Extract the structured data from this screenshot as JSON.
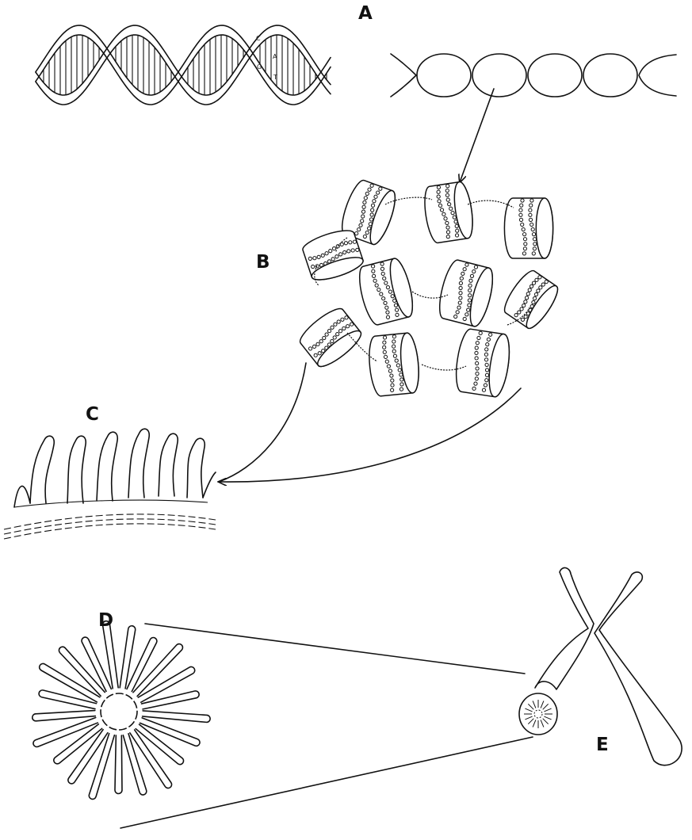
{
  "panels": {
    "a": "A",
    "b": "B",
    "c": "C",
    "d": "D",
    "e": "E"
  },
  "base_pairs": [
    "C",
    "G",
    "A",
    "T"
  ],
  "colors": {
    "ink": "#111111",
    "background": "#ffffff"
  }
}
